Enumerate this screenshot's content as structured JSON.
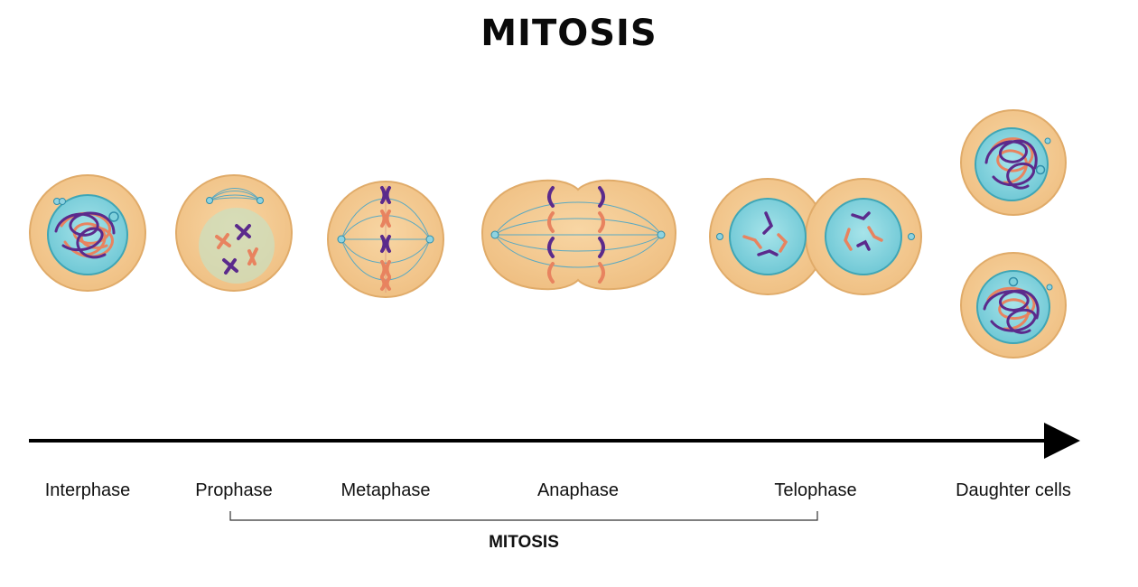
{
  "title": "MITOSIS",
  "phases": [
    "Interphase",
    "Prophase",
    "Metaphase",
    "Anaphase",
    "Telophase",
    "Daughter cells"
  ],
  "bracket_label": "MITOSIS",
  "colors": {
    "cytoplasm": "#f5c98e",
    "cytoplasm_edge": "#e2ae6c",
    "nucleus": "#7fd1dc",
    "nucleus_edge": "#3ca7b8",
    "chromosome_a": "#5b2a8c",
    "chromosome_b": "#e8835f",
    "spindle": "#5aa9c2",
    "axis": "#000000"
  }
}
